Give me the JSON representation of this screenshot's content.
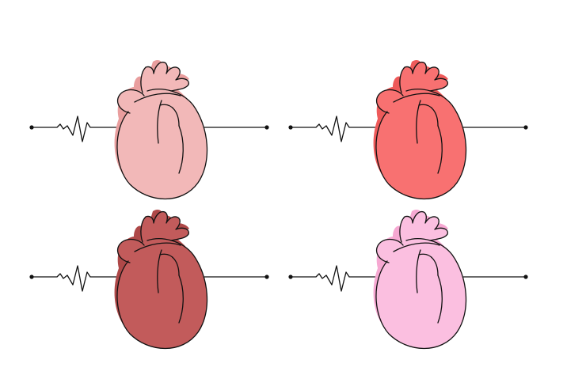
{
  "illustration": {
    "subject": "anatomical-heart-with-heartbeat-line",
    "outline_color": "#111111",
    "background_color": "#ffffff",
    "hearts": [
      {
        "id": "top-left",
        "fill": "#F2B8B8",
        "shade": "#E99E9E"
      },
      {
        "id": "top-right",
        "fill": "#F87171",
        "shade": "#EE5A5A"
      },
      {
        "id": "bottom-left",
        "fill": "#C25B5B",
        "shade": "#AE4848"
      },
      {
        "id": "bottom-right",
        "fill": "#FBBFE0",
        "shade": "#F6A8D2"
      }
    ]
  }
}
